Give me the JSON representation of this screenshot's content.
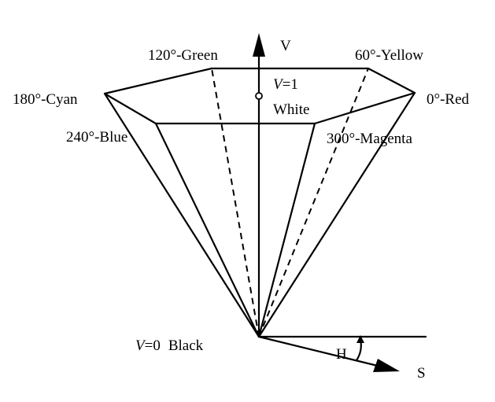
{
  "vertices": {
    "red": "0°-Red",
    "yellow": "60°-Yellow",
    "green": "120°-Green",
    "cyan": "180°-Cyan",
    "blue": "240°-Blue",
    "magenta": "300°-Magenta"
  },
  "axis": {
    "v_label": "V",
    "s_label": "S",
    "h_label": "H"
  },
  "points": {
    "white_v": "V",
    "white_eq": "=1",
    "white_name": "White",
    "black_v": "V",
    "black_eq": "=0",
    "black_name": "Black"
  }
}
